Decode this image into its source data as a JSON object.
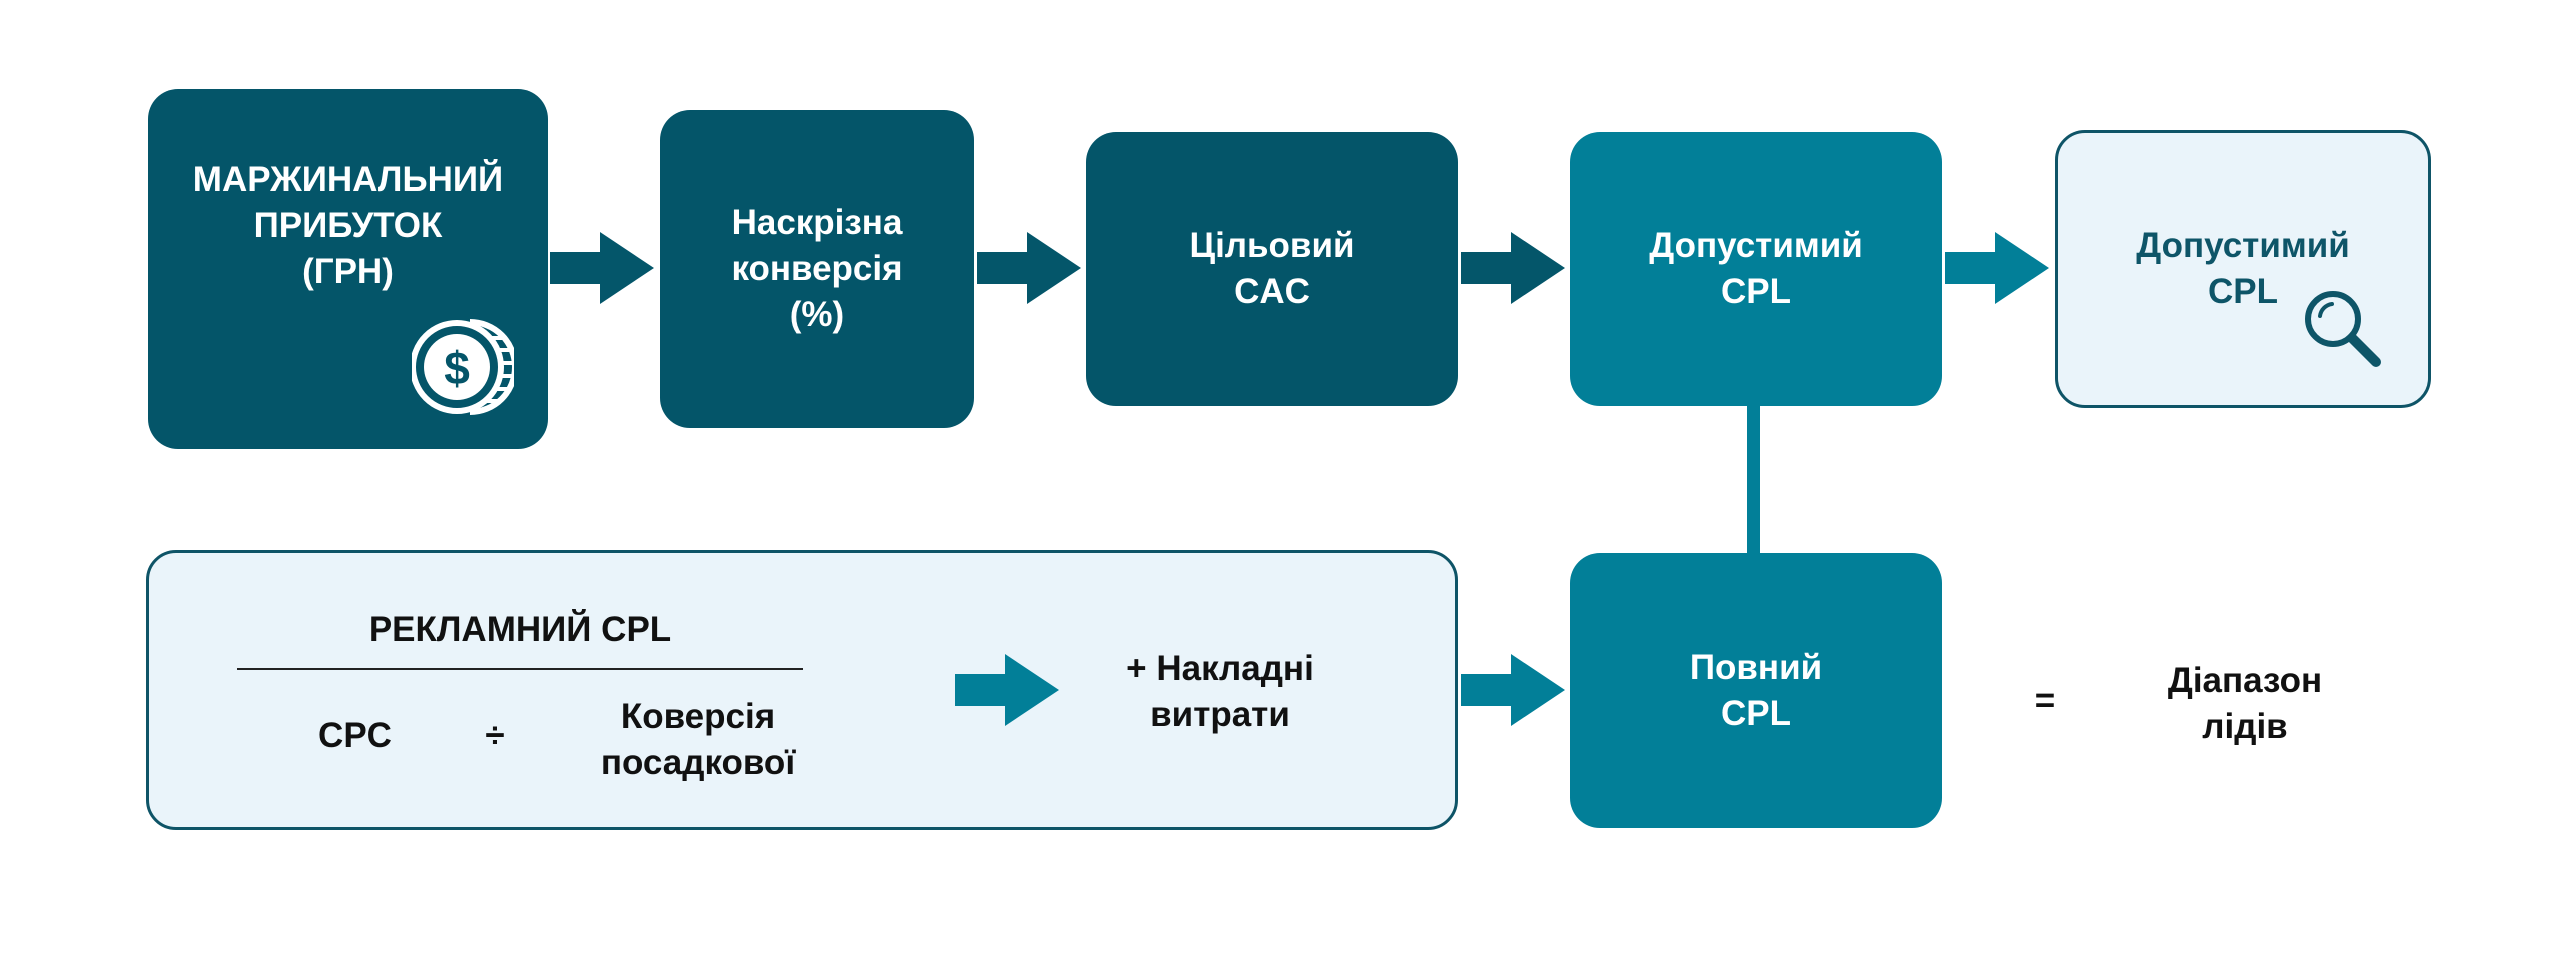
{
  "top_row": {
    "box1": {
      "text": "МАРЖИНАЛЬНИЙ\nПРИБУТОК\n(ГРН)",
      "icon": "dollar-coin-icon"
    },
    "box2": {
      "text": "Наскрізна\nконверсія\n(%)"
    },
    "box3": {
      "text": "Цільовий\nCAC"
    },
    "box4": {
      "text": "Допустимий\nCPL"
    },
    "box5": {
      "text": "Допустимий\nCPL",
      "icon": "magnifier-icon"
    }
  },
  "bottom_row": {
    "formula": {
      "numerator": "РЕКЛАМНИЙ CPL",
      "cpc": "CPC",
      "operator": "÷",
      "landing_conversion": "Коверсія\nпосадкової"
    },
    "overhead": "+ Накладні\nвитрати",
    "full_cpl": "Повний\nCPL",
    "equals": "=",
    "lead_range": "Діапазон\nлідів"
  },
  "colors": {
    "dark_teal": "#045569",
    "teal": "#027f98",
    "light_fill": "#eaf4fa",
    "light_border": "#0e5467",
    "arrow": "#027f98",
    "arrow_dark": "#04566a"
  }
}
